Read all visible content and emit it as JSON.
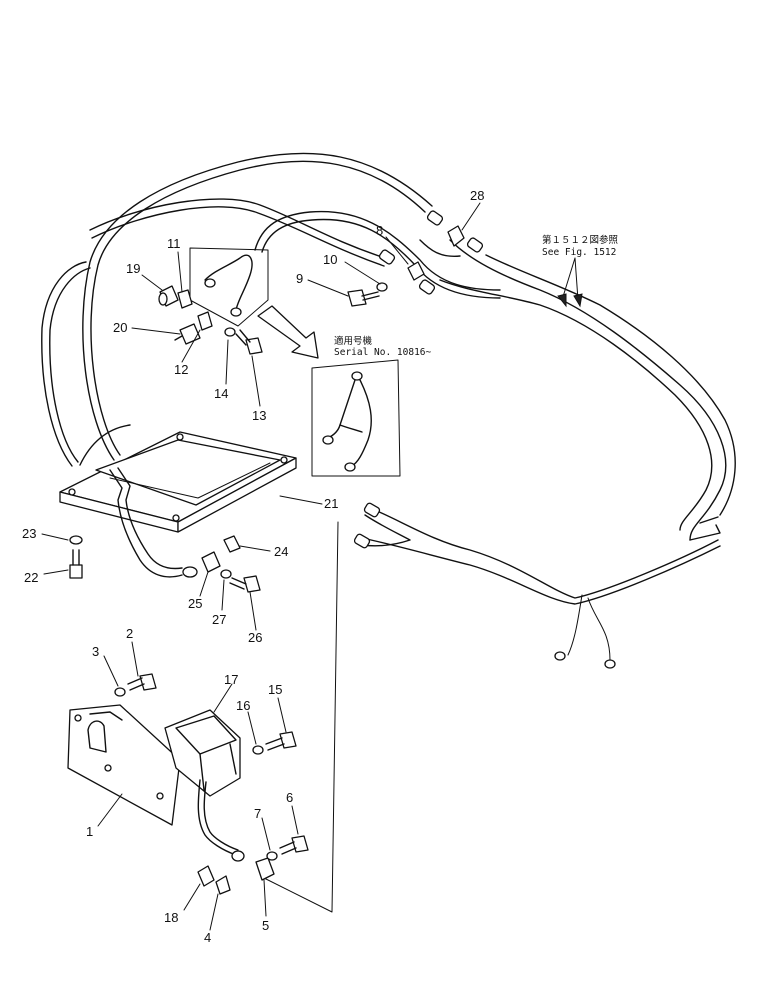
{
  "callouts": {
    "c1": "1",
    "c2": "2",
    "c3": "3",
    "c4": "4",
    "c5": "5",
    "c6": "6",
    "c7": "7",
    "c8": "8",
    "c9": "9",
    "c10": "10",
    "c11": "11",
    "c12": "12",
    "c13": "13",
    "c14": "14",
    "c15": "15",
    "c16": "16",
    "c17": "17",
    "c18": "18",
    "c19": "19",
    "c20": "20",
    "c21": "21",
    "c22": "22",
    "c23": "23",
    "c24": "24",
    "c25": "25",
    "c26": "26",
    "c27": "27",
    "c28": "28"
  },
  "notes": {
    "see_fig_jp": "第１５１２図参照",
    "see_fig_en": "See Fig. 1512",
    "serial_jp": "適用号機",
    "serial_en": "Serial No. 10816~"
  }
}
